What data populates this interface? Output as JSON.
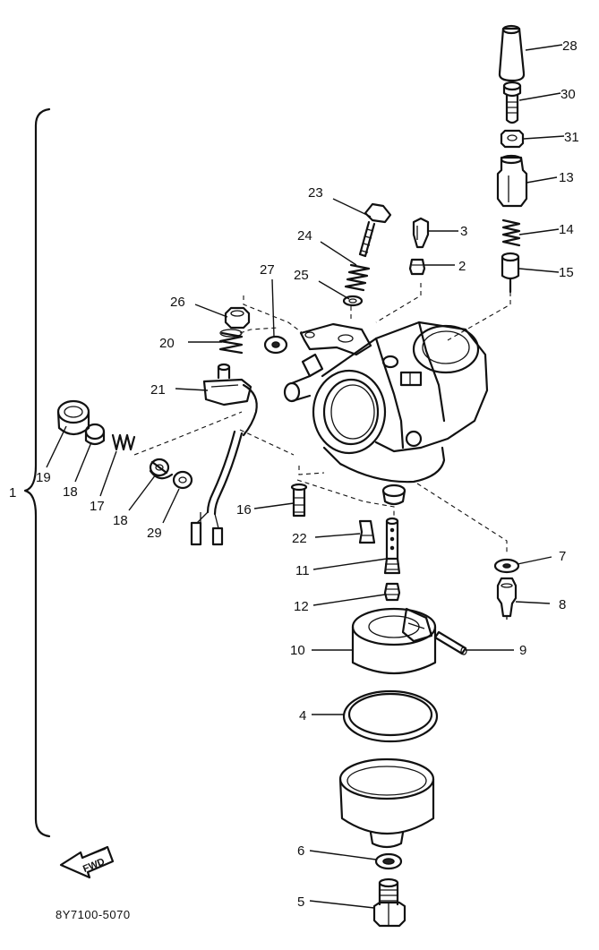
{
  "diagram": {
    "part_code": "8Y7100-5070",
    "fwd_label": "FWD",
    "group_label": "1",
    "callouts": [
      {
        "id": "c28",
        "text": "28"
      },
      {
        "id": "c30",
        "text": "30"
      },
      {
        "id": "c31",
        "text": "31"
      },
      {
        "id": "c13",
        "text": "13"
      },
      {
        "id": "c14",
        "text": "14"
      },
      {
        "id": "c15",
        "text": "15"
      },
      {
        "id": "c23",
        "text": "23"
      },
      {
        "id": "c3",
        "text": "3"
      },
      {
        "id": "c24",
        "text": "24"
      },
      {
        "id": "c2",
        "text": "2"
      },
      {
        "id": "c27",
        "text": "27"
      },
      {
        "id": "c25",
        "text": "25"
      },
      {
        "id": "c26",
        "text": "26"
      },
      {
        "id": "c20",
        "text": "20"
      },
      {
        "id": "c21",
        "text": "21"
      },
      {
        "id": "c19",
        "text": "19"
      },
      {
        "id": "c18a",
        "text": "18"
      },
      {
        "id": "c17",
        "text": "17"
      },
      {
        "id": "c18b",
        "text": "18"
      },
      {
        "id": "c29",
        "text": "29"
      },
      {
        "id": "c16",
        "text": "16"
      },
      {
        "id": "c22",
        "text": "22"
      },
      {
        "id": "c11",
        "text": "11"
      },
      {
        "id": "c12",
        "text": "12"
      },
      {
        "id": "c7",
        "text": "7"
      },
      {
        "id": "c8",
        "text": "8"
      },
      {
        "id": "c10",
        "text": "10"
      },
      {
        "id": "c9",
        "text": "9"
      },
      {
        "id": "c4",
        "text": "4"
      },
      {
        "id": "c6",
        "text": "6"
      },
      {
        "id": "c5",
        "text": "5"
      }
    ]
  }
}
